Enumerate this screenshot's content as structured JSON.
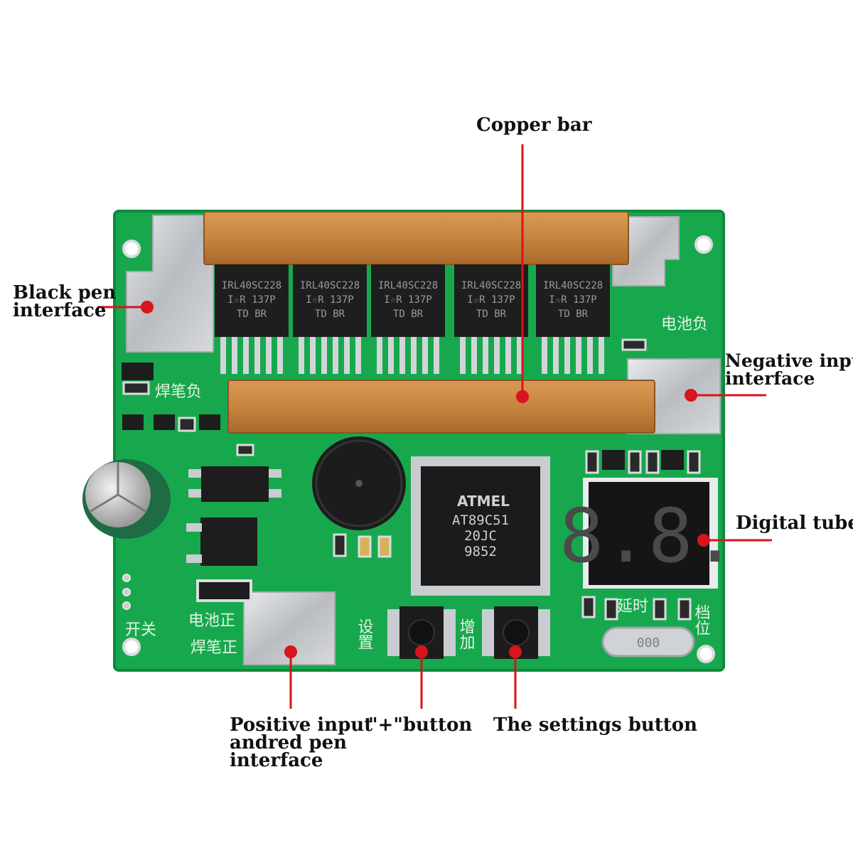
{
  "labels": {
    "copper_bar": "Copper bar",
    "black_pen": [
      "Black pen",
      "interface"
    ],
    "negative_input": [
      "Negative input",
      "interface"
    ],
    "digital_tube": "Digital tube",
    "positive_input": [
      "Positive input",
      "andred pen",
      "interface"
    ],
    "plus_button": "\"+\"button",
    "settings_button": "The settings button"
  },
  "board": {
    "mosfet_lines": [
      "IRL40SC228",
      "I☆R  137P",
      "TD     BR"
    ],
    "mcu_brand": "ATMEL",
    "mcu_lines": [
      "AT89C51",
      "20JC",
      "9852"
    ],
    "display_digits": "8.8.",
    "crystal": "000",
    "silk": {
      "battery_neg": "电池负",
      "pen_neg": "焊笔负",
      "battery_pos": "电池正",
      "pen_pos": "焊笔正",
      "switch": "开关",
      "setting": "设置",
      "increase": "增加",
      "delay": "延时",
      "gear": "档位"
    }
  },
  "colors": {
    "pcb": "#17a84d",
    "pcb_edge": "#0e8a3c",
    "copper_tape": "#c7843f",
    "marker": "#d8141c",
    "pad": "#c9ccd0"
  }
}
